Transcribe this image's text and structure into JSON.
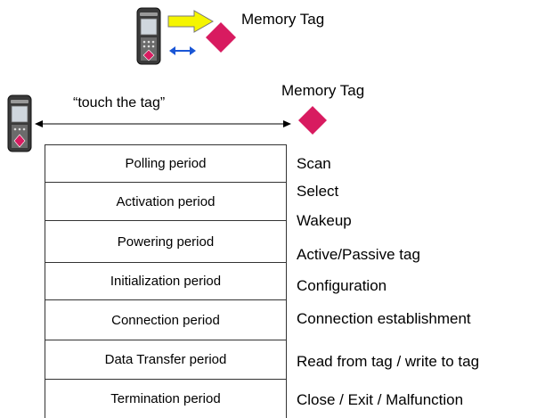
{
  "top": {
    "tag_label": "Memory Tag"
  },
  "middle": {
    "tag_label": "Memory Tag",
    "touch_label": "“touch the tag”"
  },
  "phases": [
    {
      "label": "Polling period"
    },
    {
      "label": "Activation period"
    },
    {
      "label": "Powering period"
    },
    {
      "label": "Initialization period"
    },
    {
      "label": "Connection period"
    },
    {
      "label": "Data Transfer period"
    },
    {
      "label": "Termination period"
    }
  ],
  "actions": [
    {
      "label": "Scan"
    },
    {
      "label": "Select"
    },
    {
      "label": "Wakeup"
    },
    {
      "label": "Active/Passive tag"
    },
    {
      "label": "Configuration"
    },
    {
      "label": "Connection establishment"
    },
    {
      "label": "Read from tag / write to tag"
    },
    {
      "label": "Close / Exit / Malfunction"
    }
  ],
  "colors": {
    "tag": "#d81b60",
    "yellow_arrow": "#f5f500",
    "blue_arrow": "#1a56d6"
  }
}
